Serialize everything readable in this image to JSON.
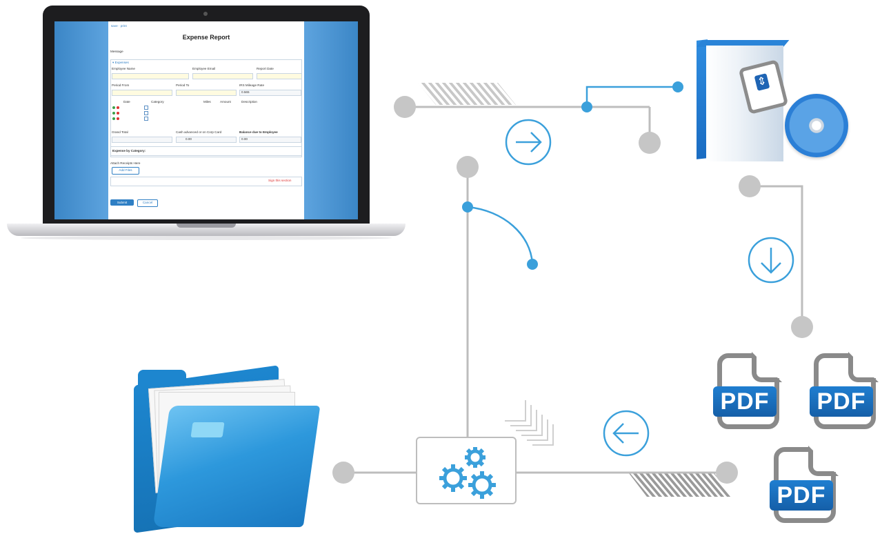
{
  "laptop": {
    "form_toolbar": "save  ·  print",
    "form_title": "Expense Report",
    "message_label": "Message",
    "section_expenses": "▾ Expenses",
    "employee_name_label": "Employee Name",
    "employee_email_label": "Employee Email",
    "report_date_label": "Report Date",
    "period_from_label": "Period From",
    "period_to_label": "Period To",
    "irs_rate_label": "IRS Mileage Rate",
    "irs_rate_value": "0.565",
    "col_date": "Date",
    "col_category": "Category",
    "col_miles": "Miles",
    "col_amount": "Amount",
    "col_description": "Description",
    "grand_total_label": "Grand Total",
    "cash_advanced_label": "Cash advanced or on Corp Card",
    "cash_advanced_value": "0.00",
    "balance_due_label": "Balance due to Employee",
    "balance_due_value": "0.00",
    "expense_by_category_label": "Expense by Category:",
    "attach_receipts_label": "Attach Receipts Here",
    "add_files_button": "Add Files",
    "sign_button": "Sign this section",
    "submit_button": "Submit",
    "cancel_button": "Cancel"
  },
  "pdf_icons": [
    {
      "label": "PDF"
    },
    {
      "label": "PDF"
    },
    {
      "label": "PDF"
    }
  ],
  "colors": {
    "accent_blue": "#3ba0db",
    "connector_gray": "#bdbdbd",
    "node_gray": "#c6c6c6",
    "pdf_blue": "#1a6fbf"
  },
  "icons": [
    "laptop-icon",
    "software-box-icon",
    "cd-icon",
    "folder-icon",
    "gears-icon",
    "pdf-icon",
    "arrow-right-icon",
    "arrow-down-icon",
    "arrow-left-icon"
  ]
}
